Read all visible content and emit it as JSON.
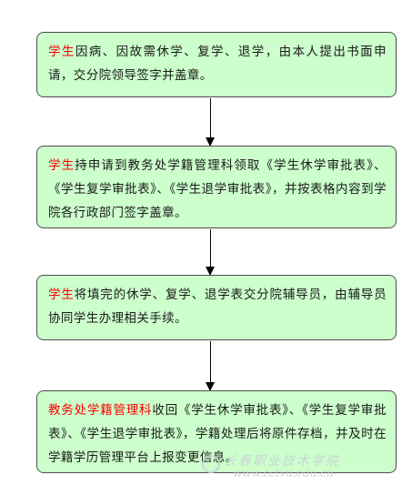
{
  "steps": [
    {
      "highlight": "学生",
      "text": "因病、因故需休学、复学、退学，由本人提出书面申请，交分院领导签字并盖章。"
    },
    {
      "highlight": "学生",
      "text": "持申请到教务处学籍管理科领取《学生休学审批表》、《学生复学审批表》、《学生退学审批表》，并按表格内容到学院各行政部门签字盖章。"
    },
    {
      "highlight": "学生",
      "text": "将填完的休学、复学、退学表交分院辅导员，由辅导员协同学生办理相关手续。"
    },
    {
      "highlight": "教务处学籍管理科",
      "text": "收回《学生休学审批表》、《学生复学审批表》、《学生退学审批表》，学籍处理后将原件存档，并及时在学籍学历管理平台上报变更信息。"
    }
  ],
  "watermark": {
    "line1": "长春职业技术学院",
    "line2": "www.cctvu.edu.cn"
  },
  "colors": {
    "box_fill": "#ccffcc",
    "box_border": "#4d4d4d",
    "highlight": "#ff0000",
    "arrow": "#000000"
  }
}
